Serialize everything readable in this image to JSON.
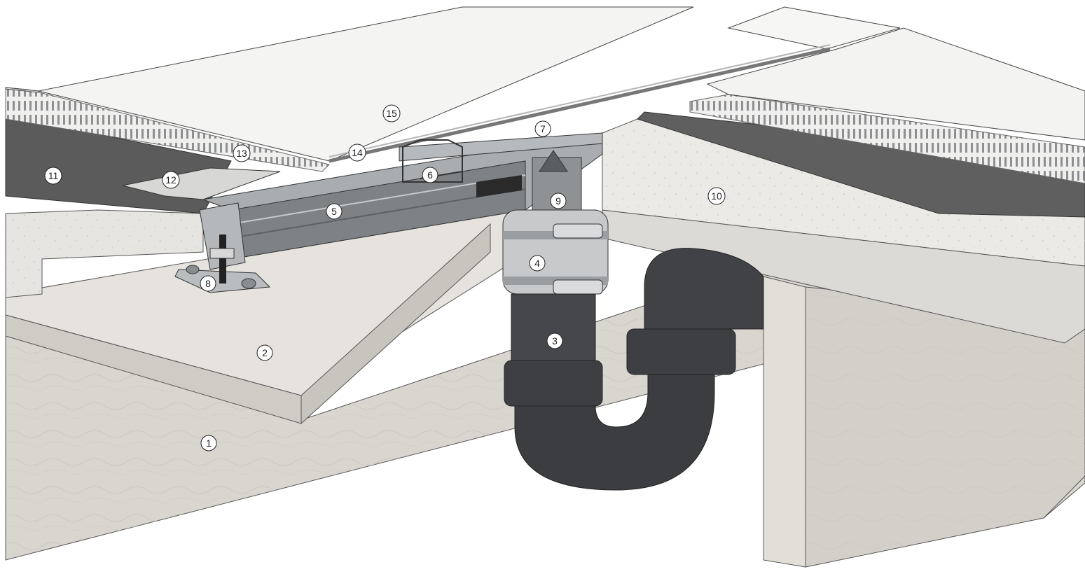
{
  "callouts": {
    "c1": "1",
    "c2": "2",
    "c3": "3",
    "c4": "4",
    "c5": "5",
    "c6": "6",
    "c7": "7",
    "c8": "8",
    "c9": "9",
    "c10": "10",
    "c11": "11",
    "c12": "12",
    "c13": "13",
    "c14": "14",
    "c15": "15"
  },
  "colors": {
    "timber": "#d9d6d0",
    "timber_dark": "#c4c1bb",
    "screed": "#e3e2df",
    "membrane": "#5b5b5b",
    "steel": "#9fa3a6",
    "pipe": "#3b3d40",
    "tile": "#f4f4f2"
  }
}
